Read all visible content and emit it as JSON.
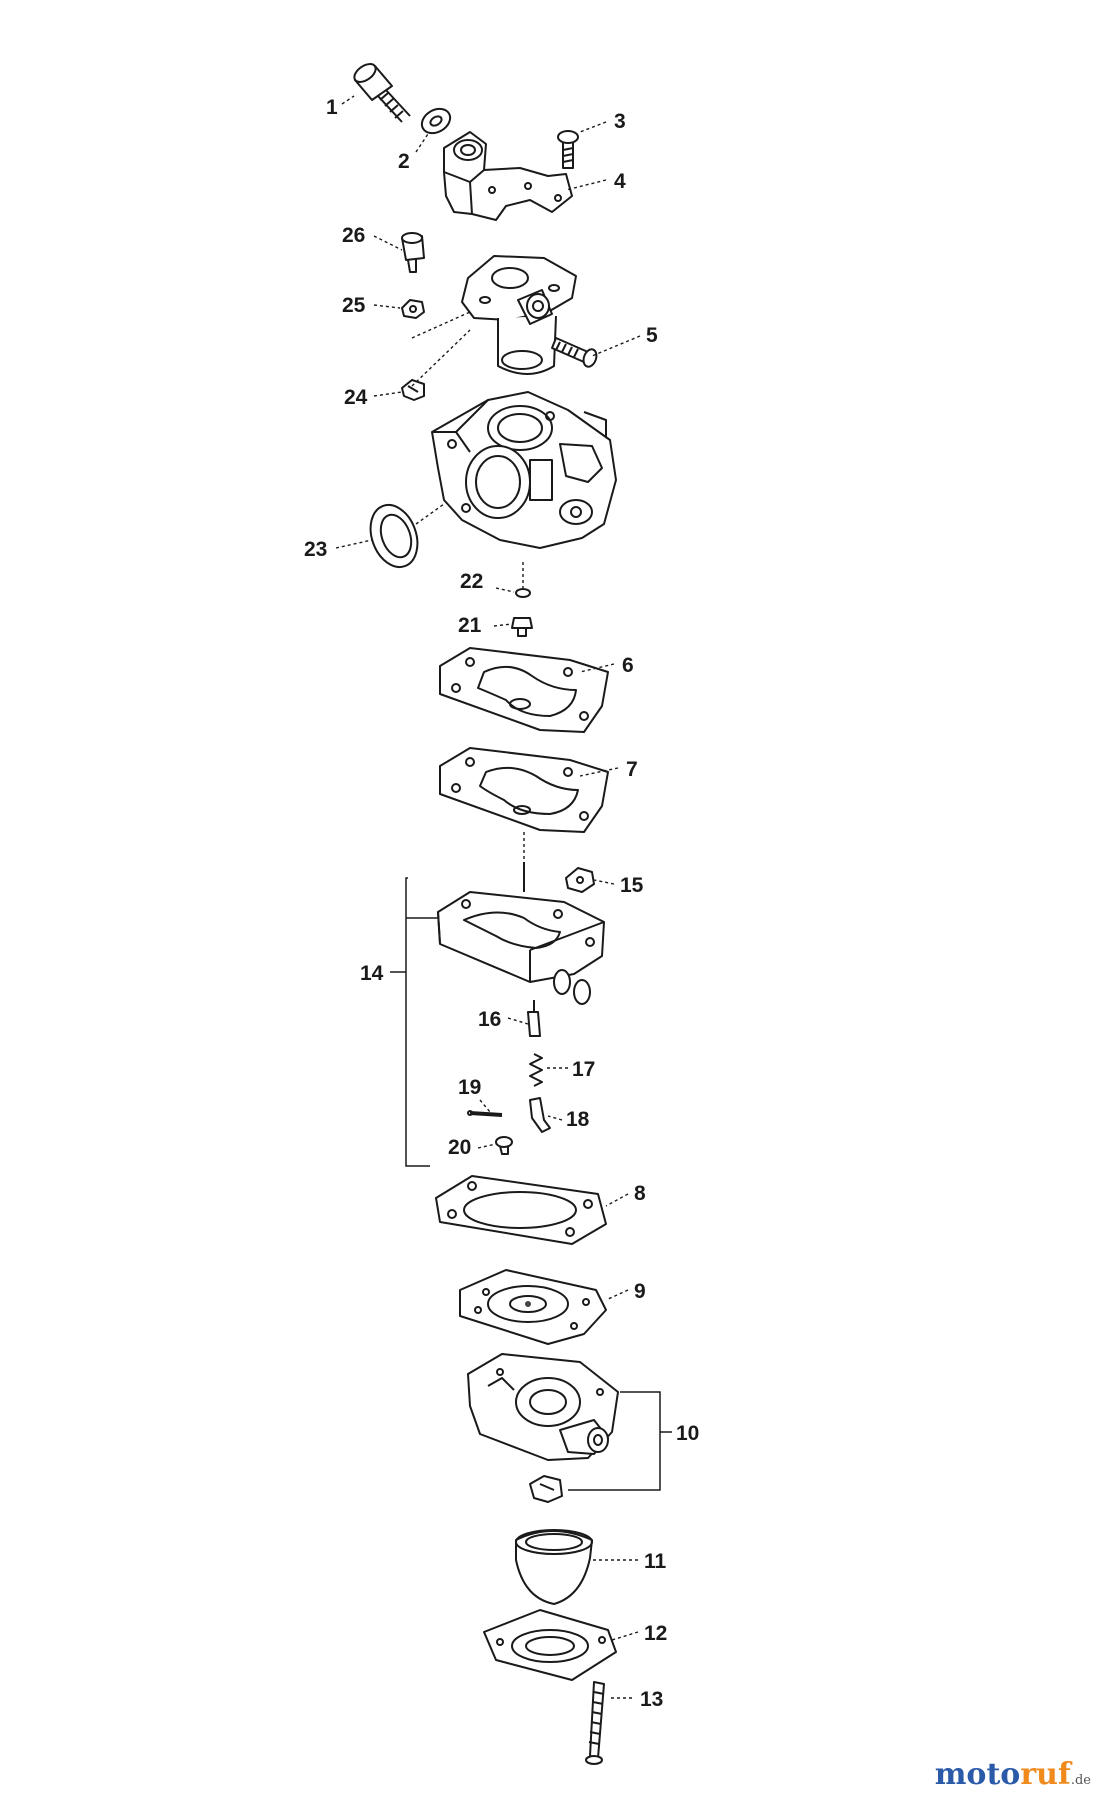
{
  "diagram": {
    "callouts": [
      "1",
      "2",
      "3",
      "4",
      "5",
      "6",
      "7",
      "8",
      "9",
      "10",
      "11",
      "12",
      "13",
      "14",
      "15",
      "16",
      "17",
      "18",
      "19",
      "20",
      "21",
      "22",
      "23",
      "24",
      "25",
      "26"
    ]
  },
  "watermark": {
    "part1": "moto",
    "part2": "ruf",
    "part3": ".de"
  }
}
